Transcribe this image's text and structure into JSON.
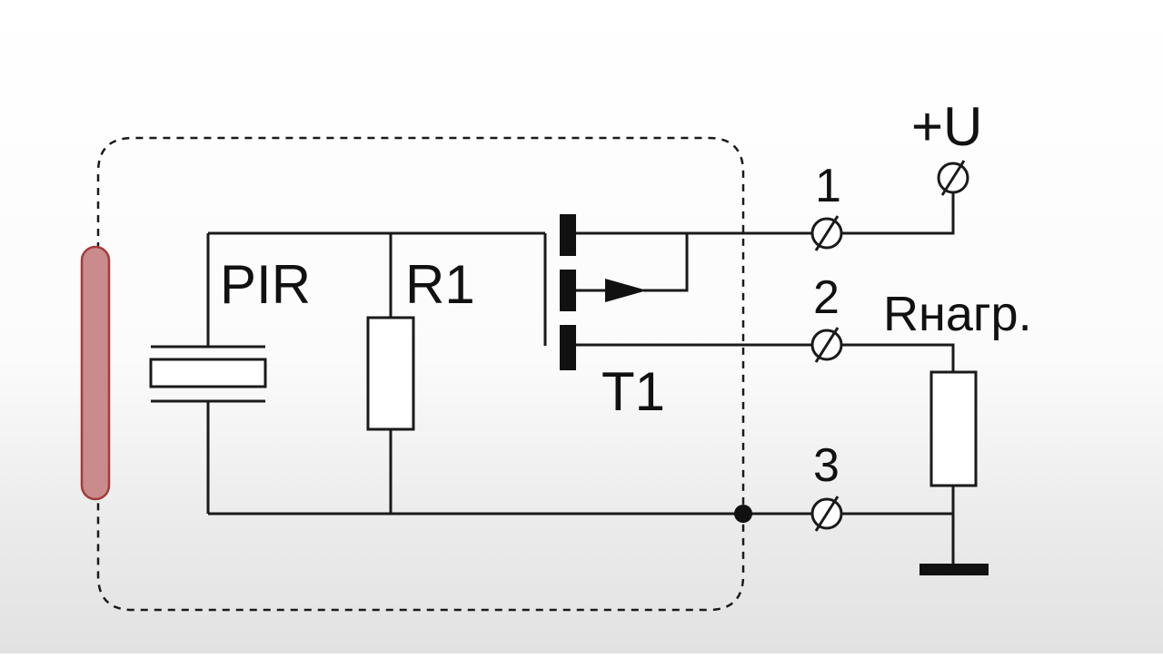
{
  "colors": {
    "wire": "#1a1a1a",
    "lens_fill": "#c98b8b",
    "lens_stroke": "#a33b3b"
  },
  "labels": {
    "pir": "PIR",
    "r1": "R1",
    "t1": "T1",
    "supply": "+U",
    "load": "Rнагр.",
    "pin1": "1",
    "pin2": "2",
    "pin3": "3"
  },
  "icons": {
    "terminal": "terminal-symbol",
    "ground": "ground-symbol"
  }
}
